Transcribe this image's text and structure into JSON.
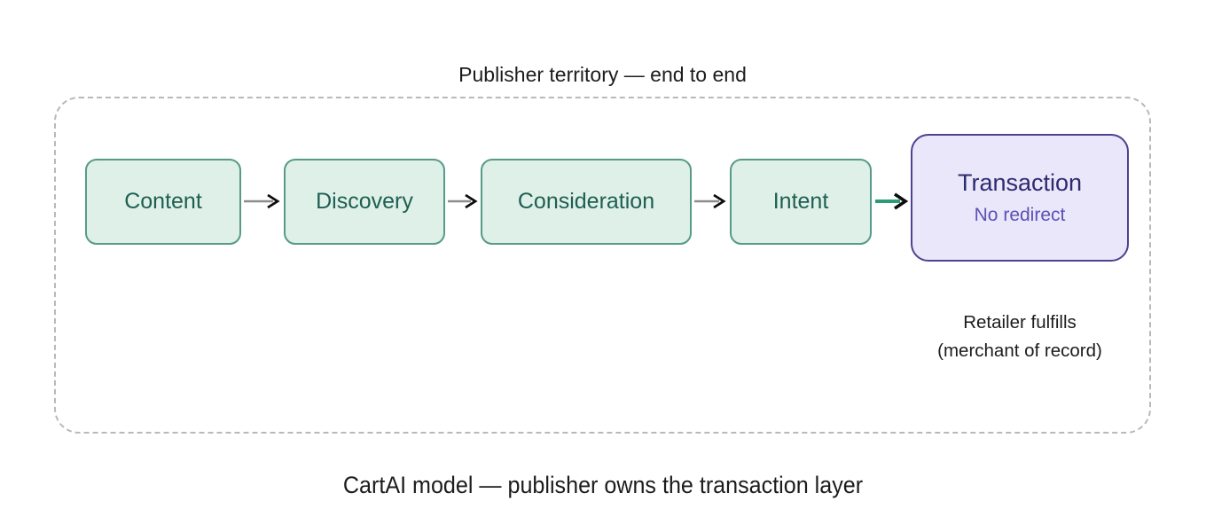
{
  "diagram": {
    "territory_label": "Publisher territory — end to end",
    "caption": "CartAI model — publisher owns the transaction layer",
    "stages": [
      {
        "label": "Content"
      },
      {
        "label": "Discovery"
      },
      {
        "label": "Consideration"
      },
      {
        "label": "Intent"
      }
    ],
    "transaction": {
      "title": "Transaction",
      "subtitle": "No redirect"
    },
    "retailer_note": [
      "Retailer fulfills",
      "(merchant of record)"
    ],
    "colors": {
      "stage_fill": "#def0e8",
      "stage_border": "#569a88",
      "stage_text": "#1e5f51",
      "transaction_fill": "#e9e7f9",
      "transaction_border": "#4c4391",
      "transaction_text": "#2d2a70",
      "transaction_subtext": "#5d51b5",
      "arrow_gray": "#8c8c8c",
      "arrow_teal": "#2a9d77",
      "arrowhead": "#0d0d0d",
      "dashed_border": "#b9b9b9"
    }
  }
}
